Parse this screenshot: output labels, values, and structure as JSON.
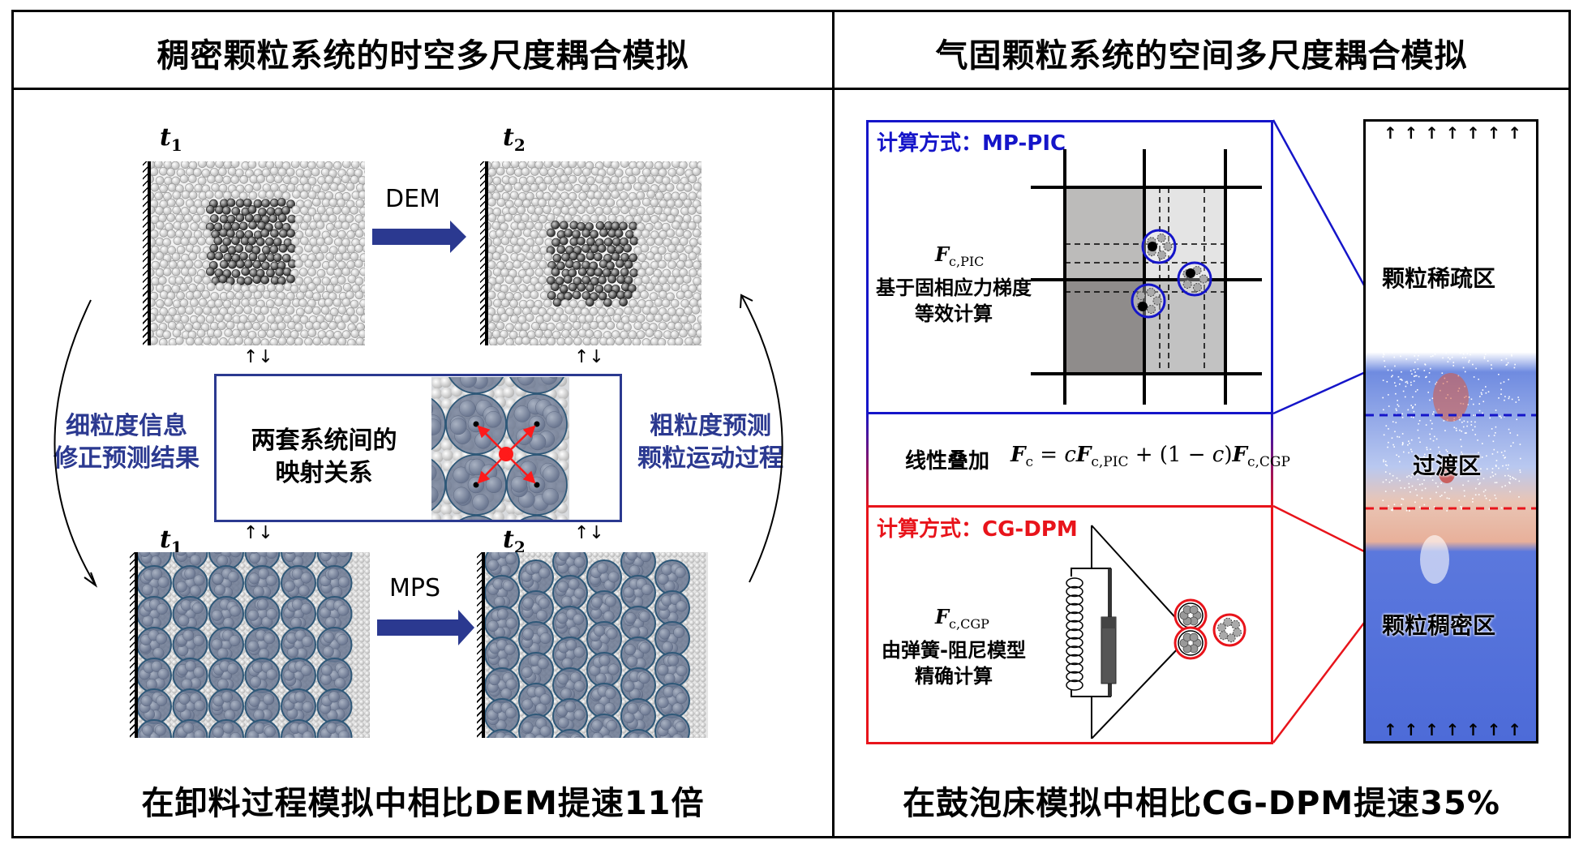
{
  "left": {
    "title": "稠密颗粒系统的时空多尺度耦合模拟",
    "top_row": {
      "t1": "t",
      "t1_sub": "1",
      "t2": "t",
      "t2_sub": "2",
      "method": "DEM"
    },
    "bottom_row": {
      "t1": "t",
      "t1_sub": "1",
      "t2": "t",
      "t2_sub": "2",
      "method": "MPS"
    },
    "mapping_label_line1": "两套系统间的",
    "mapping_label_line2": "映射关系",
    "left_caption_line1": "细粒度信息",
    "left_caption_line2": "修正预测结果",
    "right_caption_line1": "粗粒度预测",
    "right_caption_line2": "颗粒运动过程",
    "exchange_arrows": "↑↓",
    "result": "在卸料过程模拟中相比DEM提速11倍"
  },
  "right": {
    "title": "气固颗粒系统的空间多尺度耦合模拟",
    "mppic": {
      "heading": "计算方式：MP-PIC",
      "force_symbol": "F",
      "force_sub": "c,PIC",
      "desc_line1": "基于固相应力梯度",
      "desc_line2": "等效计算"
    },
    "blend": {
      "label": "线性叠加",
      "formula_lhs": "F",
      "formula_lhs_sub": "c",
      "formula_eq": " = ",
      "formula_c": "c",
      "formula_t1": "F",
      "formula_t1_sub": "c,PIC",
      "formula_plus": " + (1 − ",
      "formula_c2": "c",
      "formula_close": ")",
      "formula_t2": "F",
      "formula_t2_sub": "c,CGP"
    },
    "cgdpm": {
      "heading": "计算方式：CG-DPM",
      "force_symbol": "F",
      "force_sub": "c,CGP",
      "desc_line1": "由弹簧-阻尼模型",
      "desc_line2": "精确计算"
    },
    "zones": {
      "dilute": "颗粒稀疏区",
      "transition": "过渡区",
      "dense": "颗粒稠密区"
    },
    "flow_arrow": "↑",
    "result": "在鼓泡床模拟中相比CG-DPM提速35%"
  },
  "colors": {
    "navy": "#2b3990",
    "blue": "#1515c9",
    "red": "#e8141b",
    "particle_blue": "#5c6d8a"
  }
}
